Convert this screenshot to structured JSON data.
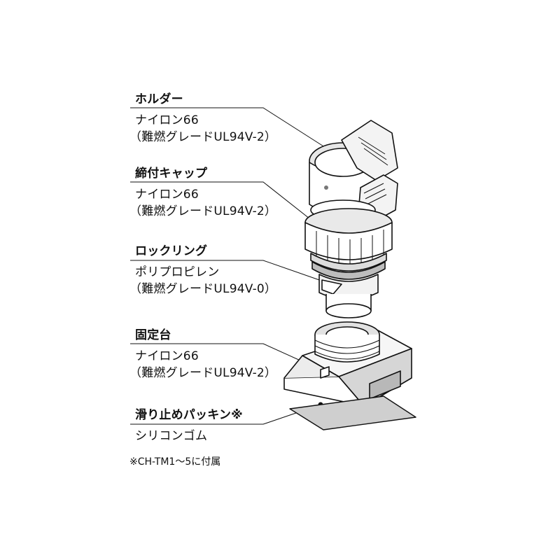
{
  "parts": [
    {
      "name": "ホルダー",
      "material": "ナイロン66",
      "grade": "（難燃グレードUL94V-2）"
    },
    {
      "name": "締付キャップ",
      "material": "ナイロン66",
      "grade": "（難燃グレードUL94V-2）"
    },
    {
      "name": "ロックリング",
      "material": "ポリプロピレン",
      "grade": "（難燃グレードUL94V-0）"
    },
    {
      "name": "固定台",
      "material": "ナイロン66",
      "grade": "（難燃グレードUL94V-2）"
    },
    {
      "name": "滑り止めパッキン※",
      "material": "シリコンゴム",
      "grade": ""
    }
  ],
  "footnote": "※CH-TM1～5に付属",
  "colors": {
    "line": "#111111",
    "fill": "#ffffff",
    "shade": "#d8d8d8",
    "dark": "#9a9a9a"
  }
}
